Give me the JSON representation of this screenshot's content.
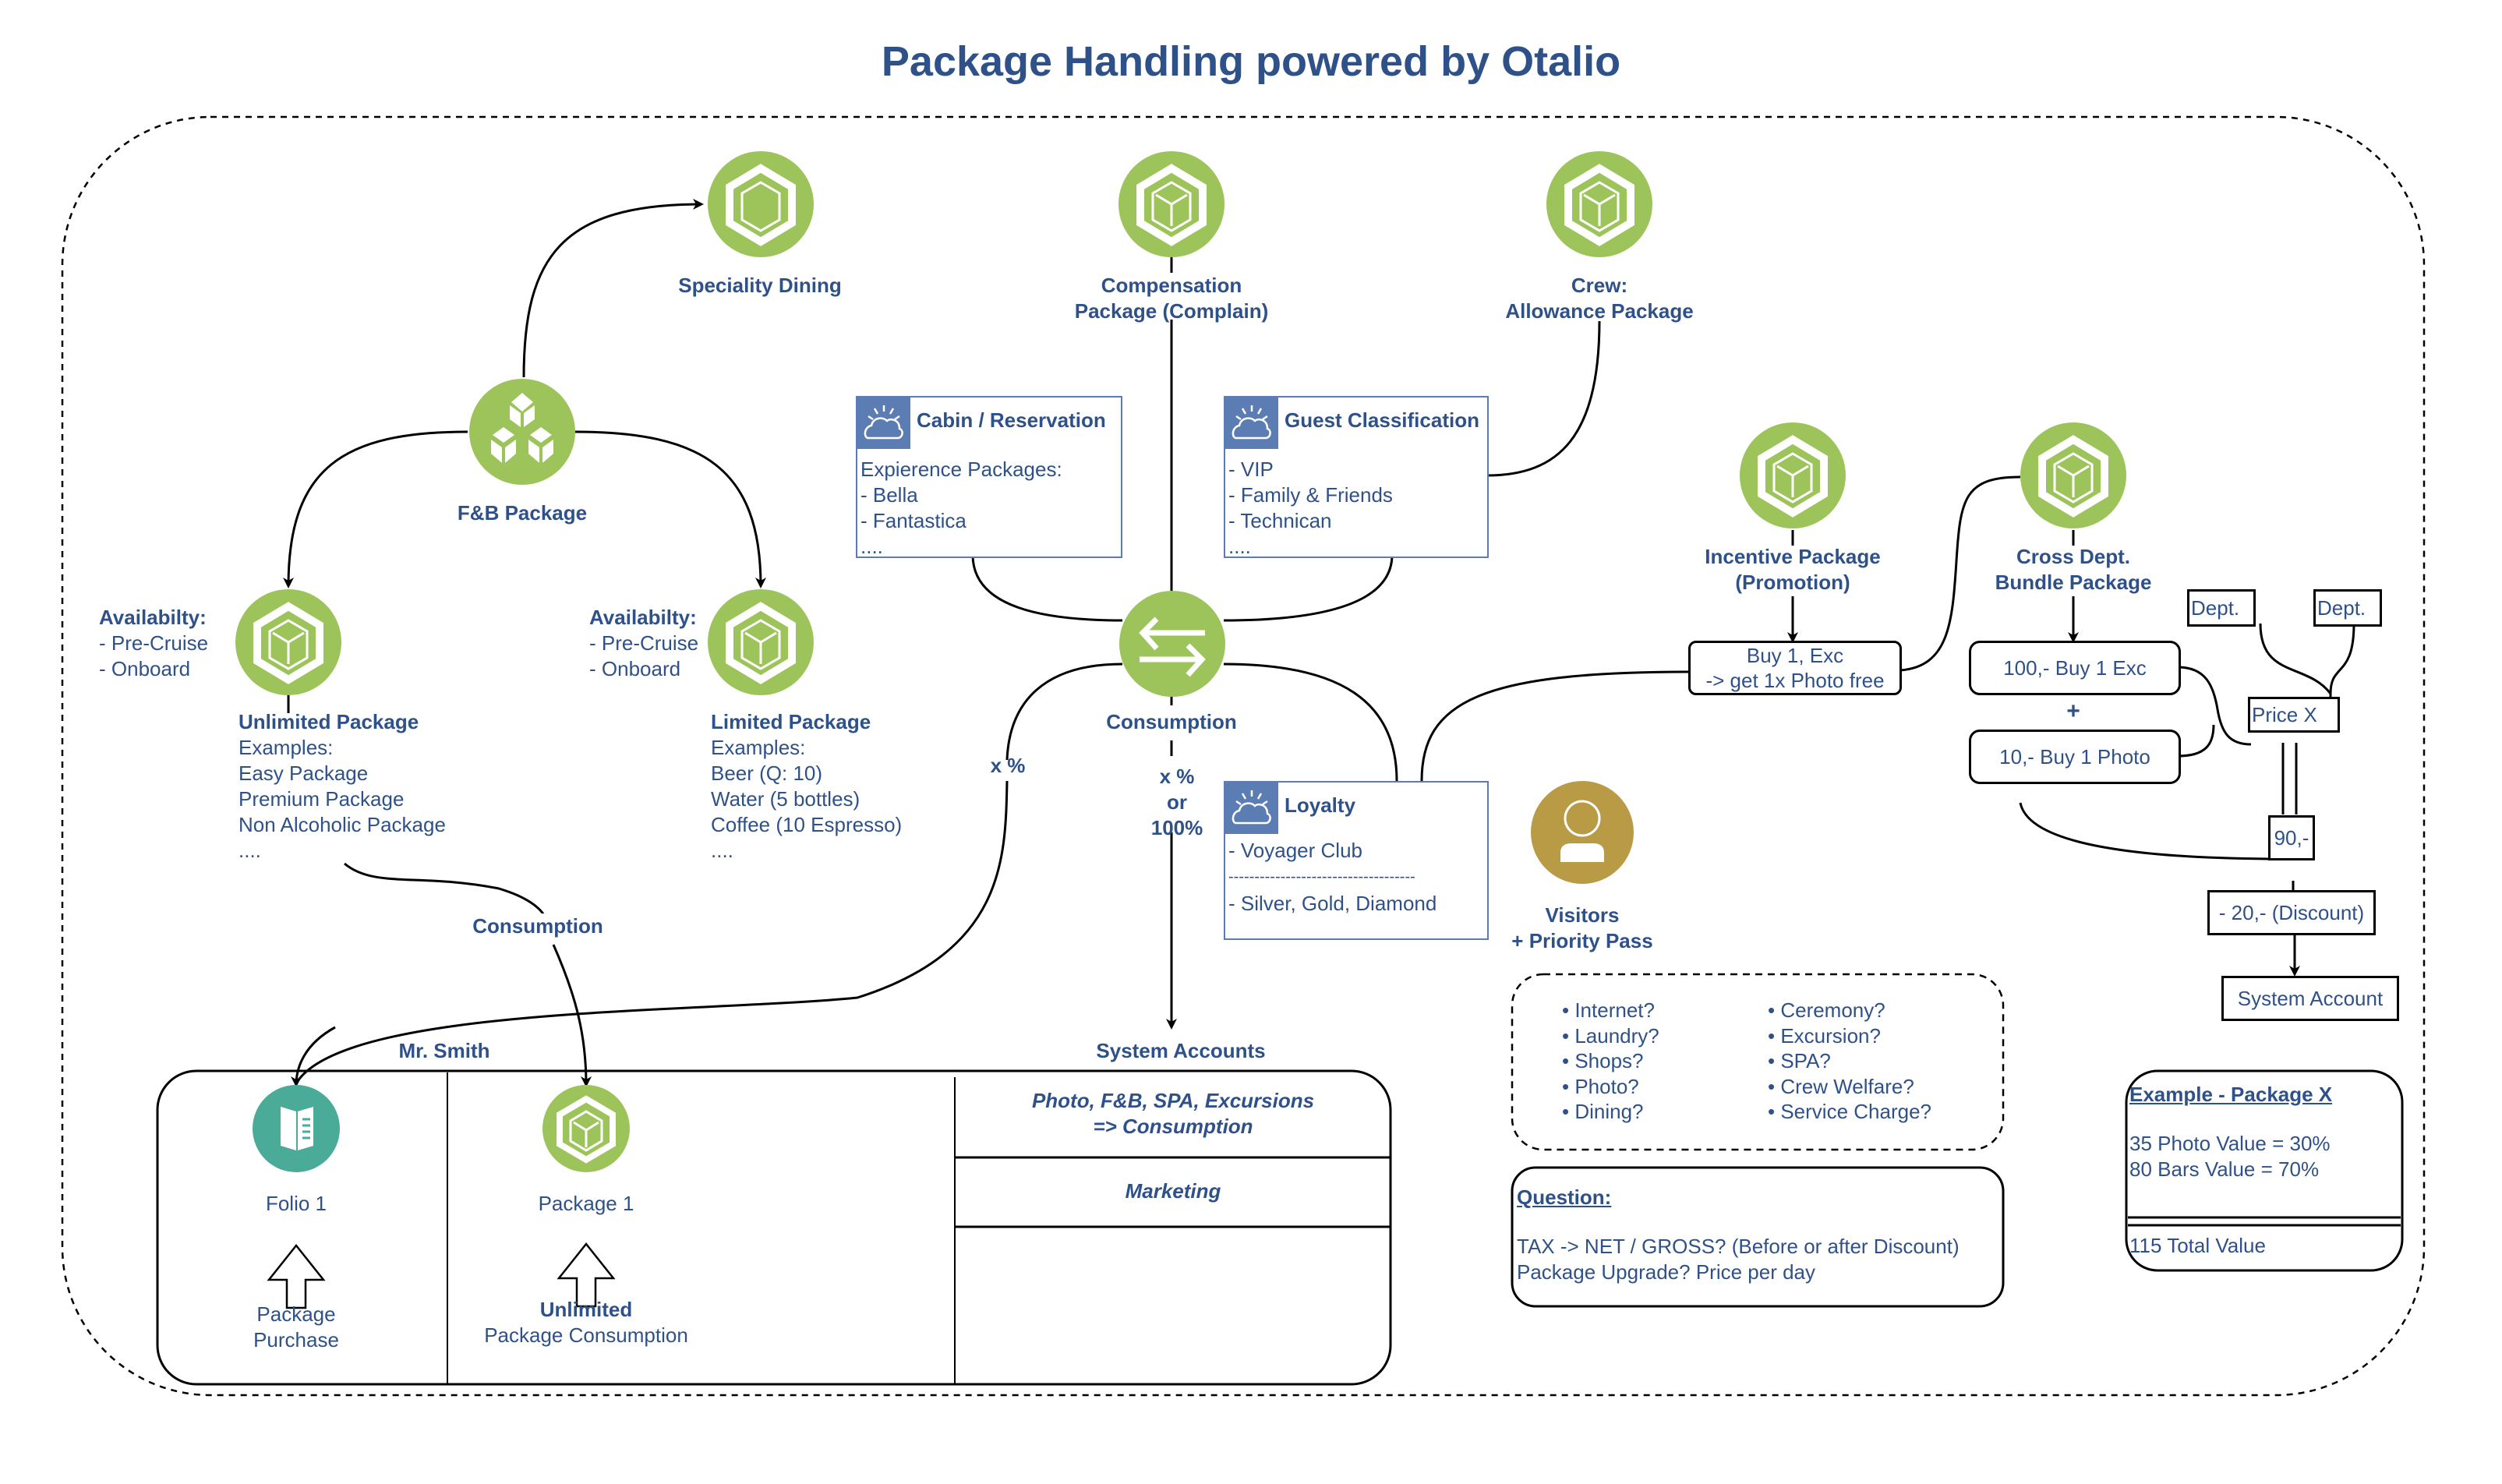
{
  "title": "Package Handling powered by Otalio",
  "colors": {
    "title": "#2f5189",
    "package_green": "#9cc45a",
    "folio_teal": "#4aab99",
    "visitor_gold": "#b99a45",
    "box_blue": "#5b7db4"
  },
  "nodes": {
    "speciality_dining": "Speciality Dining",
    "fb_package": "F&B Package",
    "compensation": [
      "Compensation",
      "Package (Complain)"
    ],
    "crew": [
      "Crew:",
      "Allowance Package"
    ],
    "consumption": "Consumption",
    "incentive": [
      "Incentive Package",
      "(Promotion)"
    ],
    "cross_dept": [
      "Cross Dept.",
      "Bundle Package"
    ],
    "visitors": [
      "Visitors",
      "+ Priority Pass"
    ]
  },
  "unlimited": {
    "availability_title": "Availabilty:",
    "availability": [
      "- Pre-Cruise",
      "- Onboard"
    ],
    "title": "Unlimited Package",
    "lines": [
      "Examples:",
      "Easy Package",
      "Premium Package",
      "Non Alcoholic Package",
      "...."
    ]
  },
  "limited": {
    "availability_title": "Availabilty:",
    "availability": [
      "- Pre-Cruise",
      "- Onboard"
    ],
    "title": "Limited Package",
    "lines": [
      "Examples:",
      "Beer (Q: 10)",
      "Water (5 bottles)",
      "Coffee (10 Espresso)",
      "...."
    ]
  },
  "cabin_box": {
    "title": "Cabin / Reservation",
    "lines": [
      "Expierence Packages:",
      "- Bella",
      "- Fantastica",
      "...."
    ]
  },
  "guest_box": {
    "title": "Guest Classification",
    "lines": [
      "- VIP",
      "- Family & Friends",
      "- Technican",
      "...."
    ]
  },
  "loyalty_box": {
    "title": "Loyalty",
    "lines": [
      "- Voyager Club",
      "------------------------------------",
      "- Silver, Gold, Diamond"
    ]
  },
  "edge_labels": {
    "x_percent_left": "x %",
    "x_percent_center": [
      "x %",
      "or",
      "100%"
    ],
    "consumption_lower": "Consumption"
  },
  "promo_box": [
    "Buy 1, Exc",
    "-> get 1x Photo free"
  ],
  "bundle": {
    "exc": "100,- Buy 1 Exc",
    "plus": "+",
    "photo": "10,- Buy 1 Photo",
    "dept1": "Dept.",
    "dept2": "Dept.",
    "price": "Price X",
    "ninety": "90,-",
    "discount": "- 20,- (Discount)",
    "system_account": "System Account"
  },
  "guest_account": {
    "mr_smith": "Mr. Smith",
    "system_accounts": "System Accounts",
    "folio": "Folio 1",
    "folio_caption": [
      "Package",
      "Purchase"
    ],
    "package": "Package 1",
    "package_caption_bold": "Unlimited",
    "package_caption": "Package Consumption",
    "sys_rows": [
      [
        "Photo, F&B, SPA, Excursions",
        "=> Consumption"
      ],
      [
        "Marketing"
      ],
      []
    ]
  },
  "services": {
    "col1": [
      "Internet?",
      "Laundry?",
      "Shops?",
      "Photo?",
      "Dining?"
    ],
    "col2": [
      "Ceremony?",
      "Excursion?",
      "SPA?",
      "Crew Welfare?",
      "Service Charge?"
    ]
  },
  "question": {
    "title": "Question:",
    "lines": [
      "TAX -> NET / GROSS? (Before or after Discount)",
      "Package Upgrade? Price per day"
    ]
  },
  "example": {
    "title": "Example - Package X",
    "lines": [
      "35 Photo Value = 30%",
      "80 Bars Value = 70%"
    ],
    "total": "115 Total Value"
  }
}
